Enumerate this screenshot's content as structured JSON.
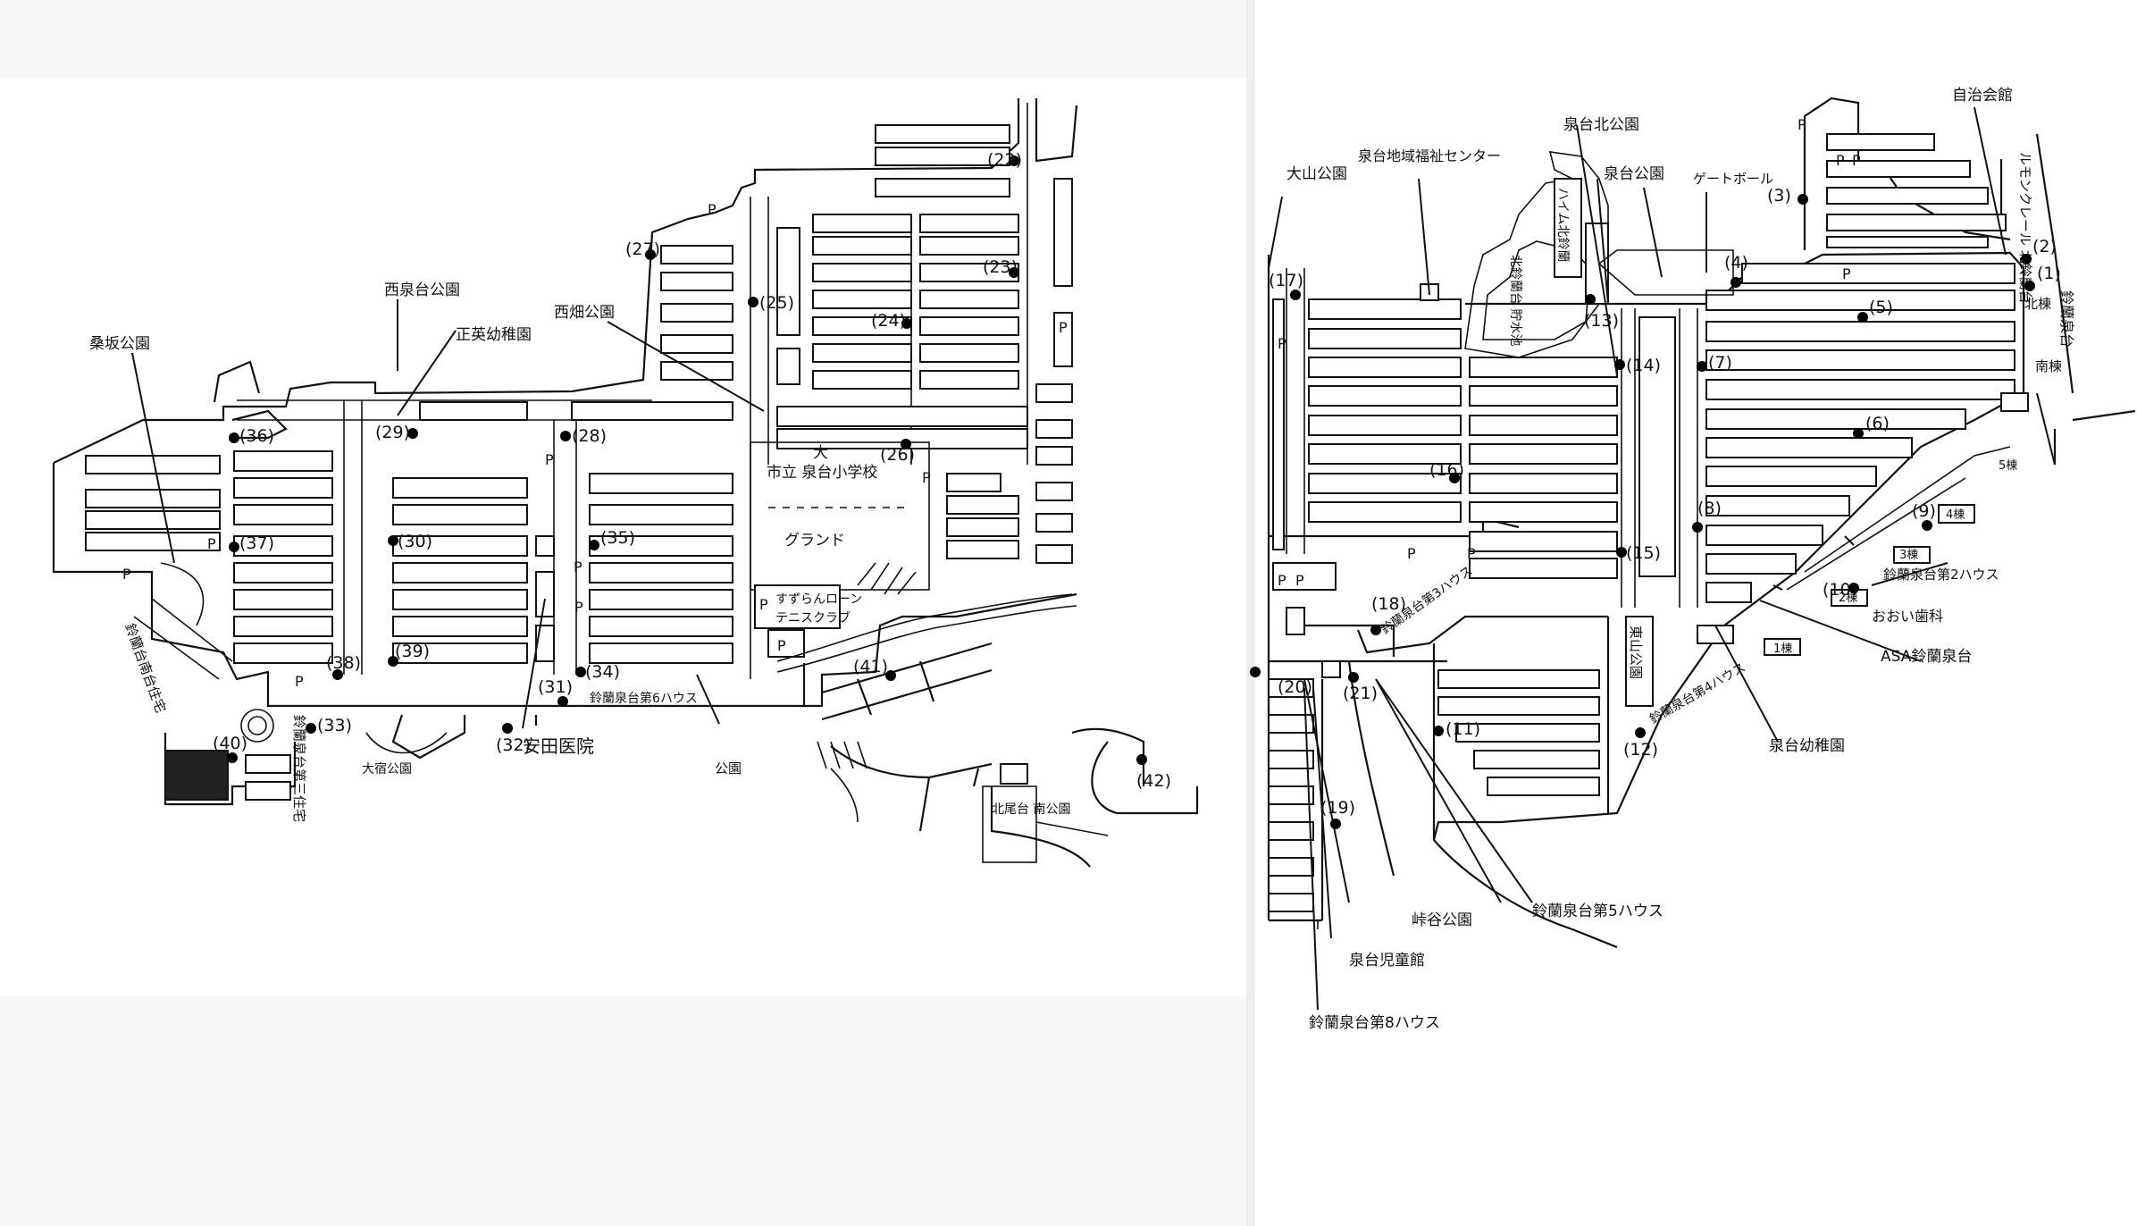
{
  "title": "",
  "left_map": {
    "labels": {
      "nishi_izumidai_park": "西泉台公園",
      "masahide_kindergarten": "正英幼稚園",
      "kuwazaka_park": "桑坂公園",
      "nishibata_park": "西畑公園",
      "school": "市立 泉台小学校",
      "school_dai": "大",
      "ground": "グランド",
      "tennis_1": "すずらんローン",
      "tennis_2": "テニスクラブ",
      "house6": "鈴蘭泉台第6ハウス",
      "yasuda_clinic": "安田医院",
      "park_plain": "公園",
      "yadori_park": "大宿公園",
      "housing3": "鈴蘭泉台第三住宅",
      "apartment": "鈴蘭台南台住宅",
      "kitao_park": "北尾台 南公園"
    },
    "markers": [
      "(22)",
      "(23)",
      "(24)",
      "(25)",
      "(26)",
      "(27)",
      "(28)",
      "(29)",
      "(30)",
      "(31)",
      "(32)",
      "(33)",
      "(34)",
      "(35)",
      "(36)",
      "(37)",
      "(38)",
      "(39)",
      "(40)",
      "(41)",
      "(42)"
    ]
  },
  "right_map": {
    "labels": {
      "jichi_kaikan": "自治会館",
      "lumon_kururu": "ルモンクレール 北鈴蘭台",
      "izumidai_kita_park": "泉台北公園",
      "fukushi_center": "泉台地域福祉センター",
      "izumidai_park": "泉台公園",
      "gateball": "ゲートボール",
      "oyama_park": "大山公園",
      "haimu": "ハイム北鈴蘭",
      "pond": "北鈴蘭台 貯水池",
      "kita_tou": "北棟",
      "minami_tou": "南棟",
      "suzuran_izumidai": "鈴蘭泉台",
      "building5": "5棟",
      "building4": "4棟",
      "building3": "3棟",
      "building2": "2棟",
      "building1": "1棟",
      "house2": "鈴蘭泉台第2ハウス",
      "ooi_dental": "おおい歯科",
      "asa": "ASA鈴蘭泉台",
      "house3": "鈴蘭泉台第3ハウス",
      "higashiyama_park": "東山公園",
      "house4": "鈴蘭泉台第4ハウス",
      "izumidai_kindergarten": "泉台幼稚園",
      "toge_park": "峠谷公園",
      "house5": "鈴蘭泉台第5ハウス",
      "jidoukan": "泉台児童館",
      "house8": "鈴蘭泉台第8ハウス"
    },
    "markers": [
      "(1)",
      "(2)",
      "(3)",
      "(4)",
      "(5)",
      "(6)",
      "(7)",
      "(8)",
      "(9)",
      "(10)",
      "(11)",
      "(12)",
      "(13)",
      "(14)",
      "(15)",
      "(16)",
      "(17)",
      "(18)",
      "(19)",
      "(20)",
      "(21)"
    ]
  },
  "parking": "P"
}
